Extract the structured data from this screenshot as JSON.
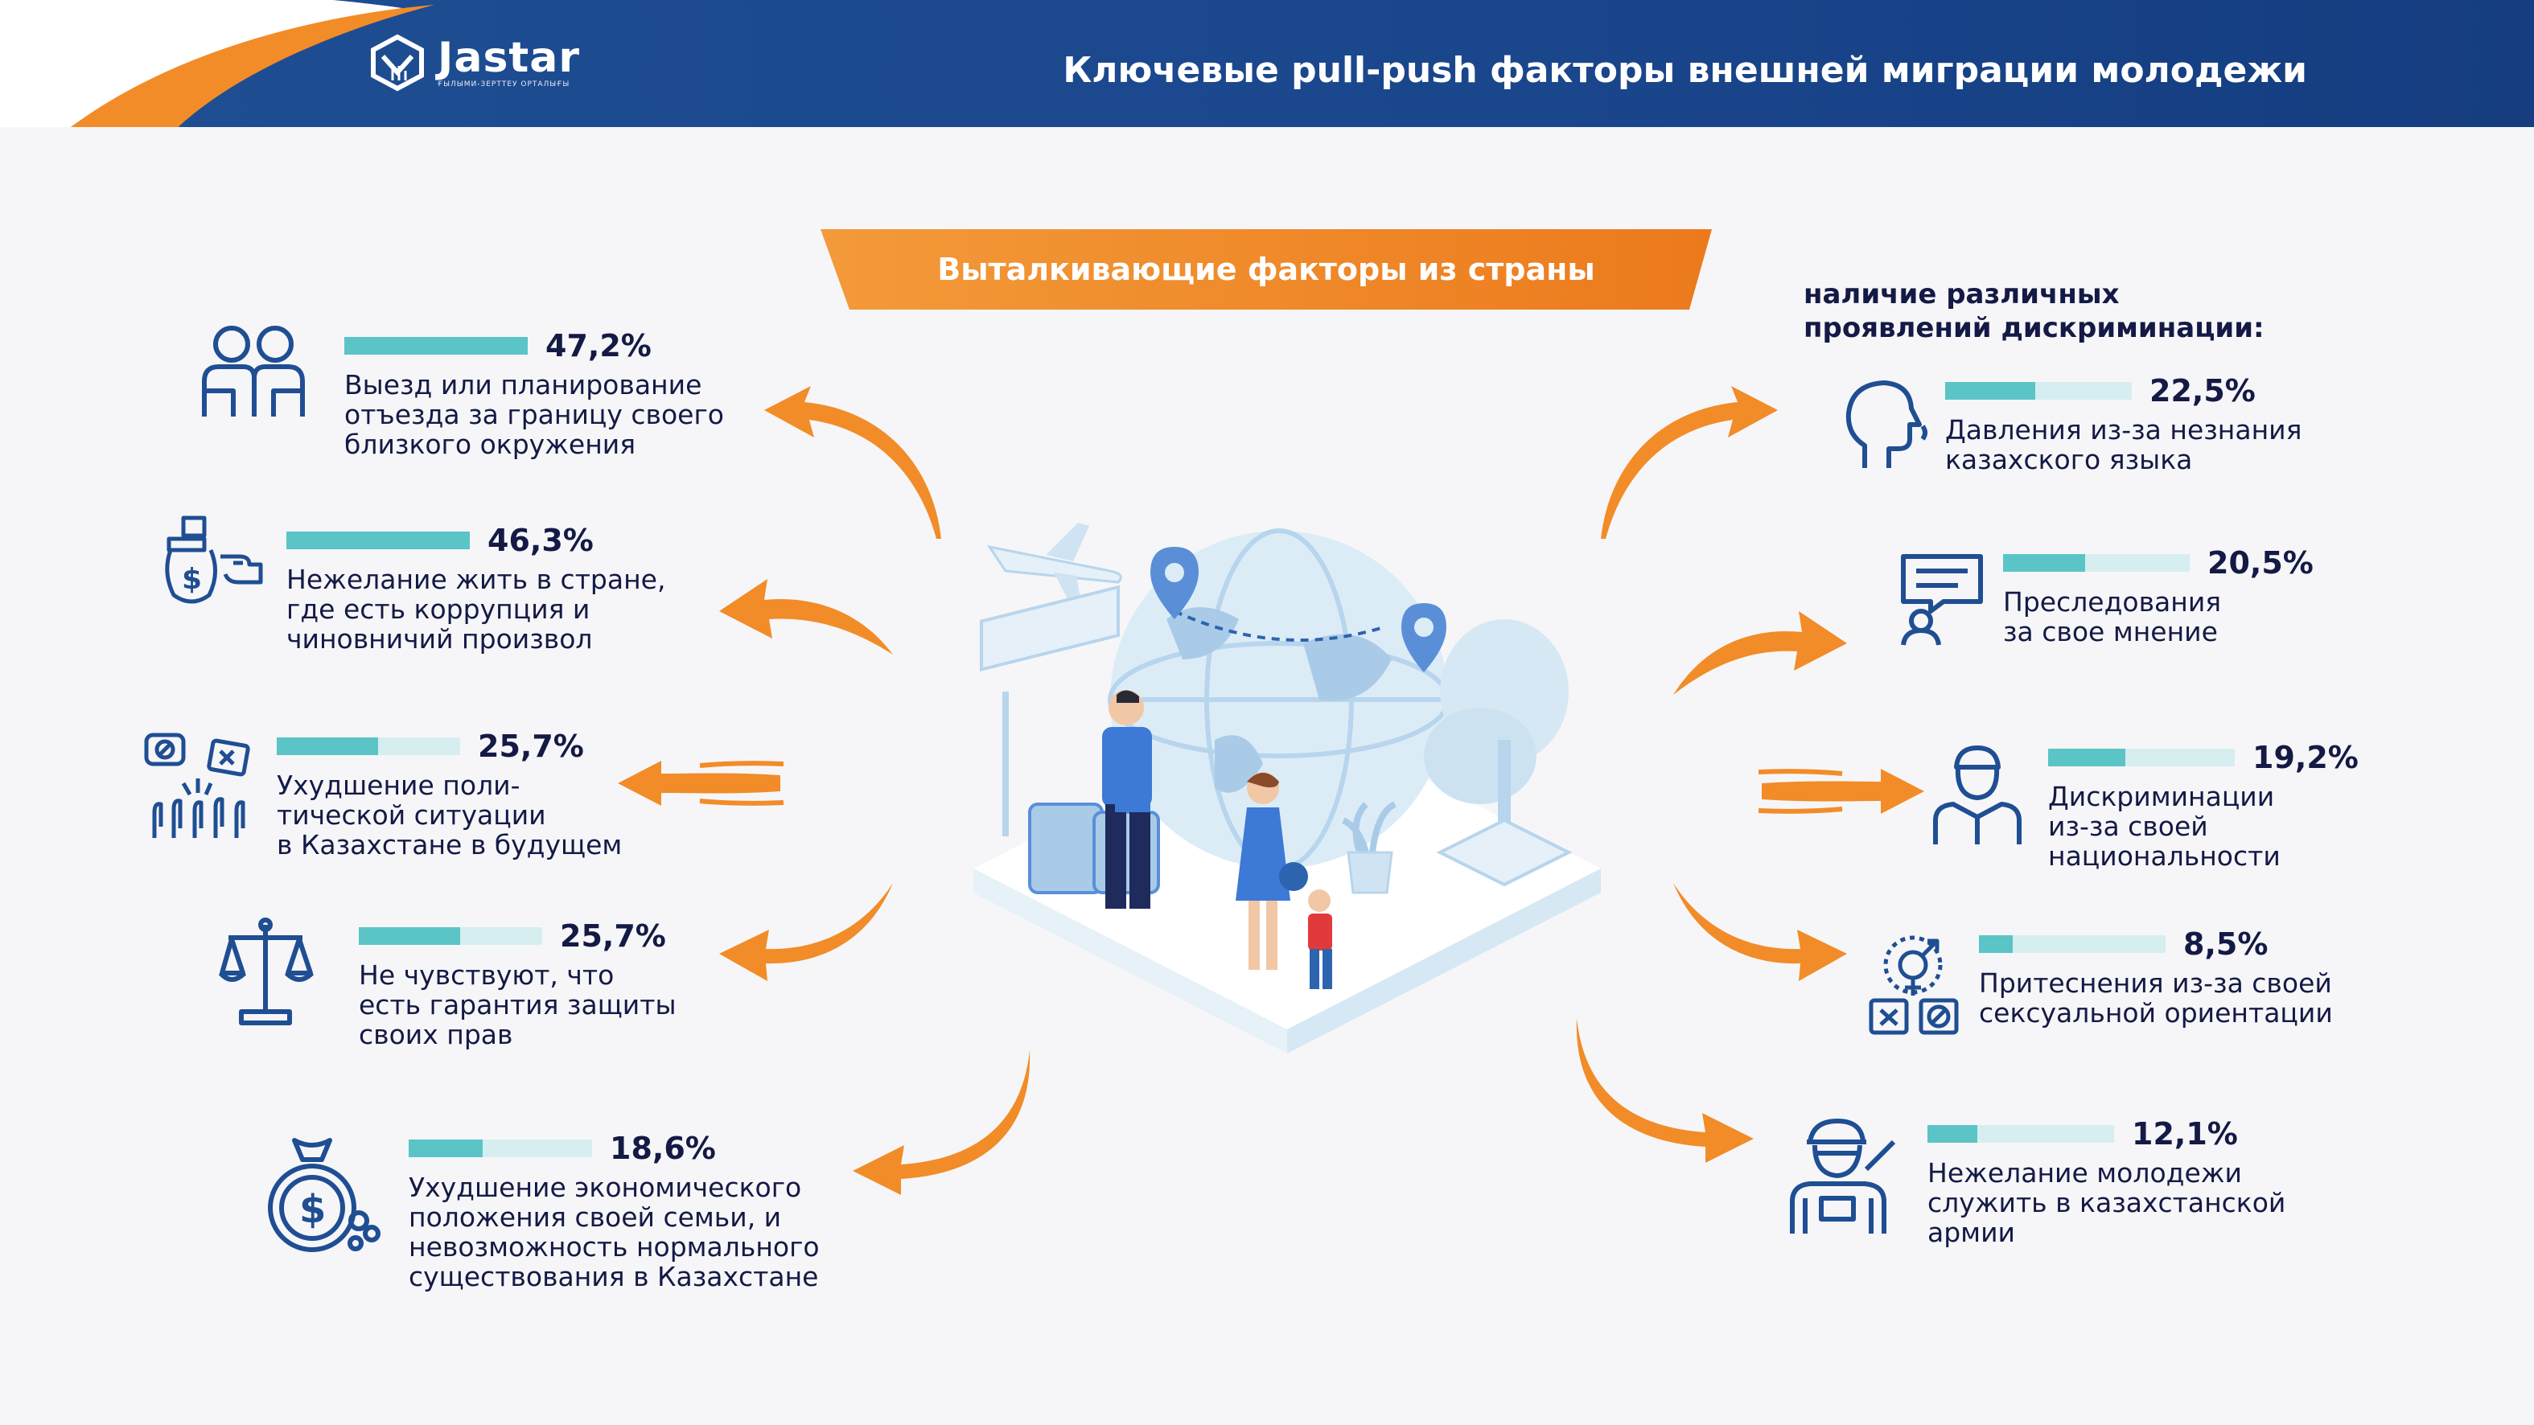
{
  "header": {
    "logo_name": "Jastar",
    "logo_sub": "ҒЫЛЫМИ-ЗЕРТТЕУ ОРТАЛЫҒЫ",
    "title": "Ключевые pull-push факторы внешней миграции молодежи"
  },
  "banner": {
    "label": "Выталкивающие факторы из страны"
  },
  "discrimination": {
    "title": "наличие различных\nпроявлений дискриминации:"
  },
  "left_factors": [
    {
      "pct": "47,2%",
      "value": 47.2,
      "desc": "Выезд или планирование\nотъезда за границу своего\nблизкого окружения",
      "icon": "family-icon"
    },
    {
      "pct": "46,3%",
      "value": 46.3,
      "desc": "Нежелание жить в стране,\nгде  есть коррупция и\nчиновничий произвол",
      "icon": "bribe-icon"
    },
    {
      "pct": "25,7%",
      "value": 25.7,
      "desc": "Ухудшение поли-\nтической ситуации\nв Казахстане в будущем",
      "icon": "protest-icon"
    },
    {
      "pct": "25,7%",
      "value": 25.7,
      "desc": "Не чувствуют, что\nесть гарантия защиты\nсвоих прав",
      "icon": "scales-icon"
    },
    {
      "pct": "18,6%",
      "value": 18.6,
      "desc": "Ухудшение экономического\nположения своей семьи, и\nневозможность нормального\nсуществования в Казахстане",
      "icon": "money-bag-icon"
    }
  ],
  "right_factors": [
    {
      "pct": "22,5%",
      "value": 22.5,
      "desc": "Давления из-за незнания\nказахского языка",
      "icon": "speaking-head-icon"
    },
    {
      "pct": "20,5%",
      "value": 20.5,
      "desc": "Преследования\nза свое мнение",
      "icon": "opinion-icon"
    },
    {
      "pct": "19,2%",
      "value": 19.2,
      "desc": "Дискриминации\nиз-за своей\nнациональности",
      "icon": "person-nationality-icon"
    },
    {
      "pct": "8,5%",
      "value": 8.5,
      "desc": "Притеснения из-за своей\nсексуальной ориентации",
      "icon": "gender-icon"
    },
    {
      "pct": "12,1%",
      "value": 12.1,
      "desc": "Нежелание молодежи\nслужить в казахстанской\nармии",
      "icon": "soldier-icon"
    }
  ],
  "colors": {
    "header": "#1f4e93",
    "accent": "#f28c28",
    "bar_fill": "#5bc4c6",
    "bar_track": "#d6eef0",
    "text": "#141a45",
    "icon": "#1f4e93"
  }
}
